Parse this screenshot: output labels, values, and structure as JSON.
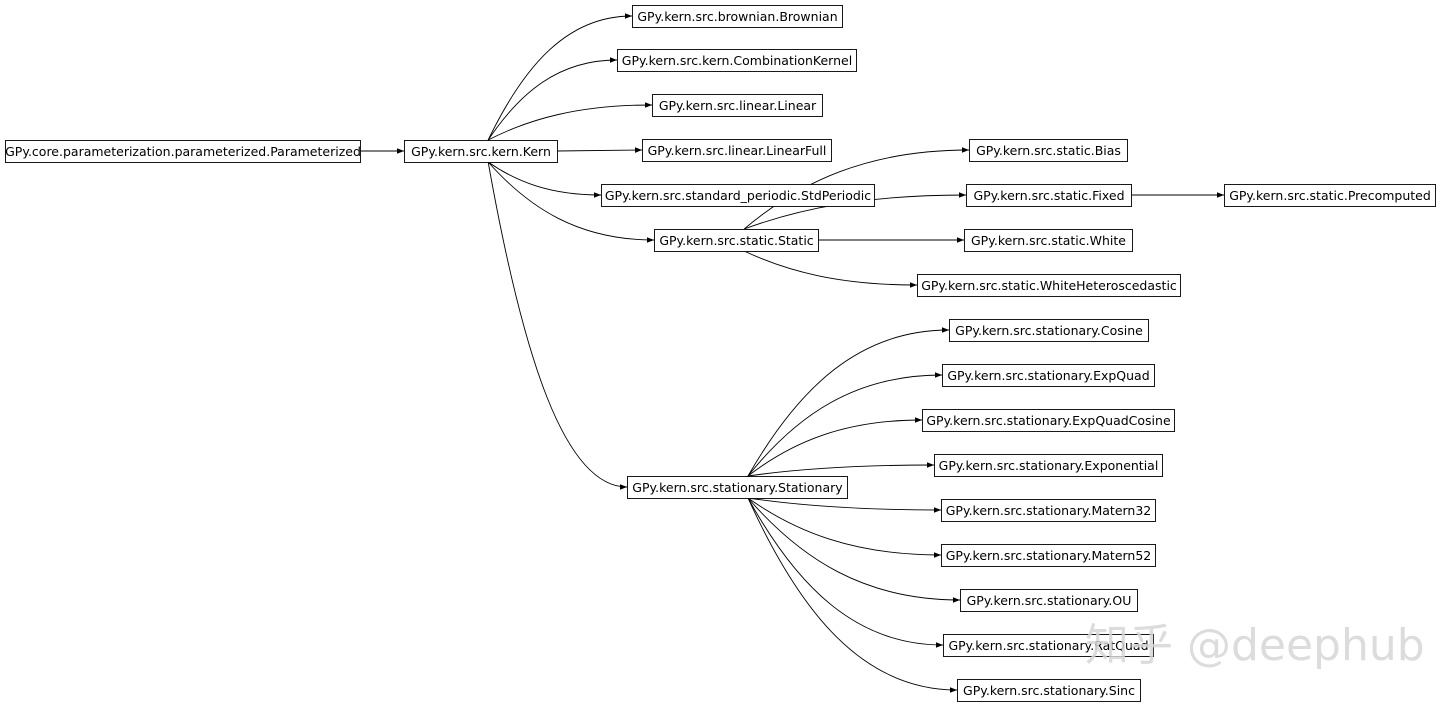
{
  "nodes": [
    {
      "id": "parameterized",
      "label": "GPy.core.parameterization.parameterized.Parameterized"
    },
    {
      "id": "kern",
      "label": "GPy.kern.src.kern.Kern"
    },
    {
      "id": "brownian",
      "label": "GPy.kern.src.brownian.Brownian"
    },
    {
      "id": "combination",
      "label": "GPy.kern.src.kern.CombinationKernel"
    },
    {
      "id": "linear",
      "label": "GPy.kern.src.linear.Linear"
    },
    {
      "id": "linearfull",
      "label": "GPy.kern.src.linear.LinearFull"
    },
    {
      "id": "stdperiodic",
      "label": "GPy.kern.src.standard_periodic.StdPeriodic"
    },
    {
      "id": "static",
      "label": "GPy.kern.src.static.Static"
    },
    {
      "id": "bias",
      "label": "GPy.kern.src.static.Bias"
    },
    {
      "id": "fixed",
      "label": "GPy.kern.src.static.Fixed"
    },
    {
      "id": "precomputed",
      "label": "GPy.kern.src.static.Precomputed"
    },
    {
      "id": "white",
      "label": "GPy.kern.src.static.White"
    },
    {
      "id": "whitehetero",
      "label": "GPy.kern.src.static.WhiteHeteroscedastic"
    },
    {
      "id": "stationary",
      "label": "GPy.kern.src.stationary.Stationary"
    },
    {
      "id": "cosine",
      "label": "GPy.kern.src.stationary.Cosine"
    },
    {
      "id": "expquad",
      "label": "GPy.kern.src.stationary.ExpQuad"
    },
    {
      "id": "expquadcosine",
      "label": "GPy.kern.src.stationary.ExpQuadCosine"
    },
    {
      "id": "exponential",
      "label": "GPy.kern.src.stationary.Exponential"
    },
    {
      "id": "matern32",
      "label": "GPy.kern.src.stationary.Matern32"
    },
    {
      "id": "matern52",
      "label": "GPy.kern.src.stationary.Matern52"
    },
    {
      "id": "ou",
      "label": "GPy.kern.src.stationary.OU"
    },
    {
      "id": "ratquad",
      "label": "GPy.kern.src.stationary.RatQuad"
    },
    {
      "id": "sinc",
      "label": "GPy.kern.src.stationary.Sinc"
    }
  ],
  "edges": [
    [
      "parameterized",
      "kern"
    ],
    [
      "kern",
      "brownian"
    ],
    [
      "kern",
      "combination"
    ],
    [
      "kern",
      "linear"
    ],
    [
      "kern",
      "linearfull"
    ],
    [
      "kern",
      "stdperiodic"
    ],
    [
      "kern",
      "static"
    ],
    [
      "kern",
      "stationary"
    ],
    [
      "static",
      "bias"
    ],
    [
      "static",
      "fixed"
    ],
    [
      "fixed",
      "precomputed"
    ],
    [
      "static",
      "white"
    ],
    [
      "static",
      "whitehetero"
    ],
    [
      "stationary",
      "cosine"
    ],
    [
      "stationary",
      "expquad"
    ],
    [
      "stationary",
      "expquadcosine"
    ],
    [
      "stationary",
      "exponential"
    ],
    [
      "stationary",
      "matern32"
    ],
    [
      "stationary",
      "matern52"
    ],
    [
      "stationary",
      "ou"
    ],
    [
      "stationary",
      "ratquad"
    ],
    [
      "stationary",
      "sinc"
    ]
  ],
  "watermark": {
    "text": "知乎 @deephub"
  }
}
